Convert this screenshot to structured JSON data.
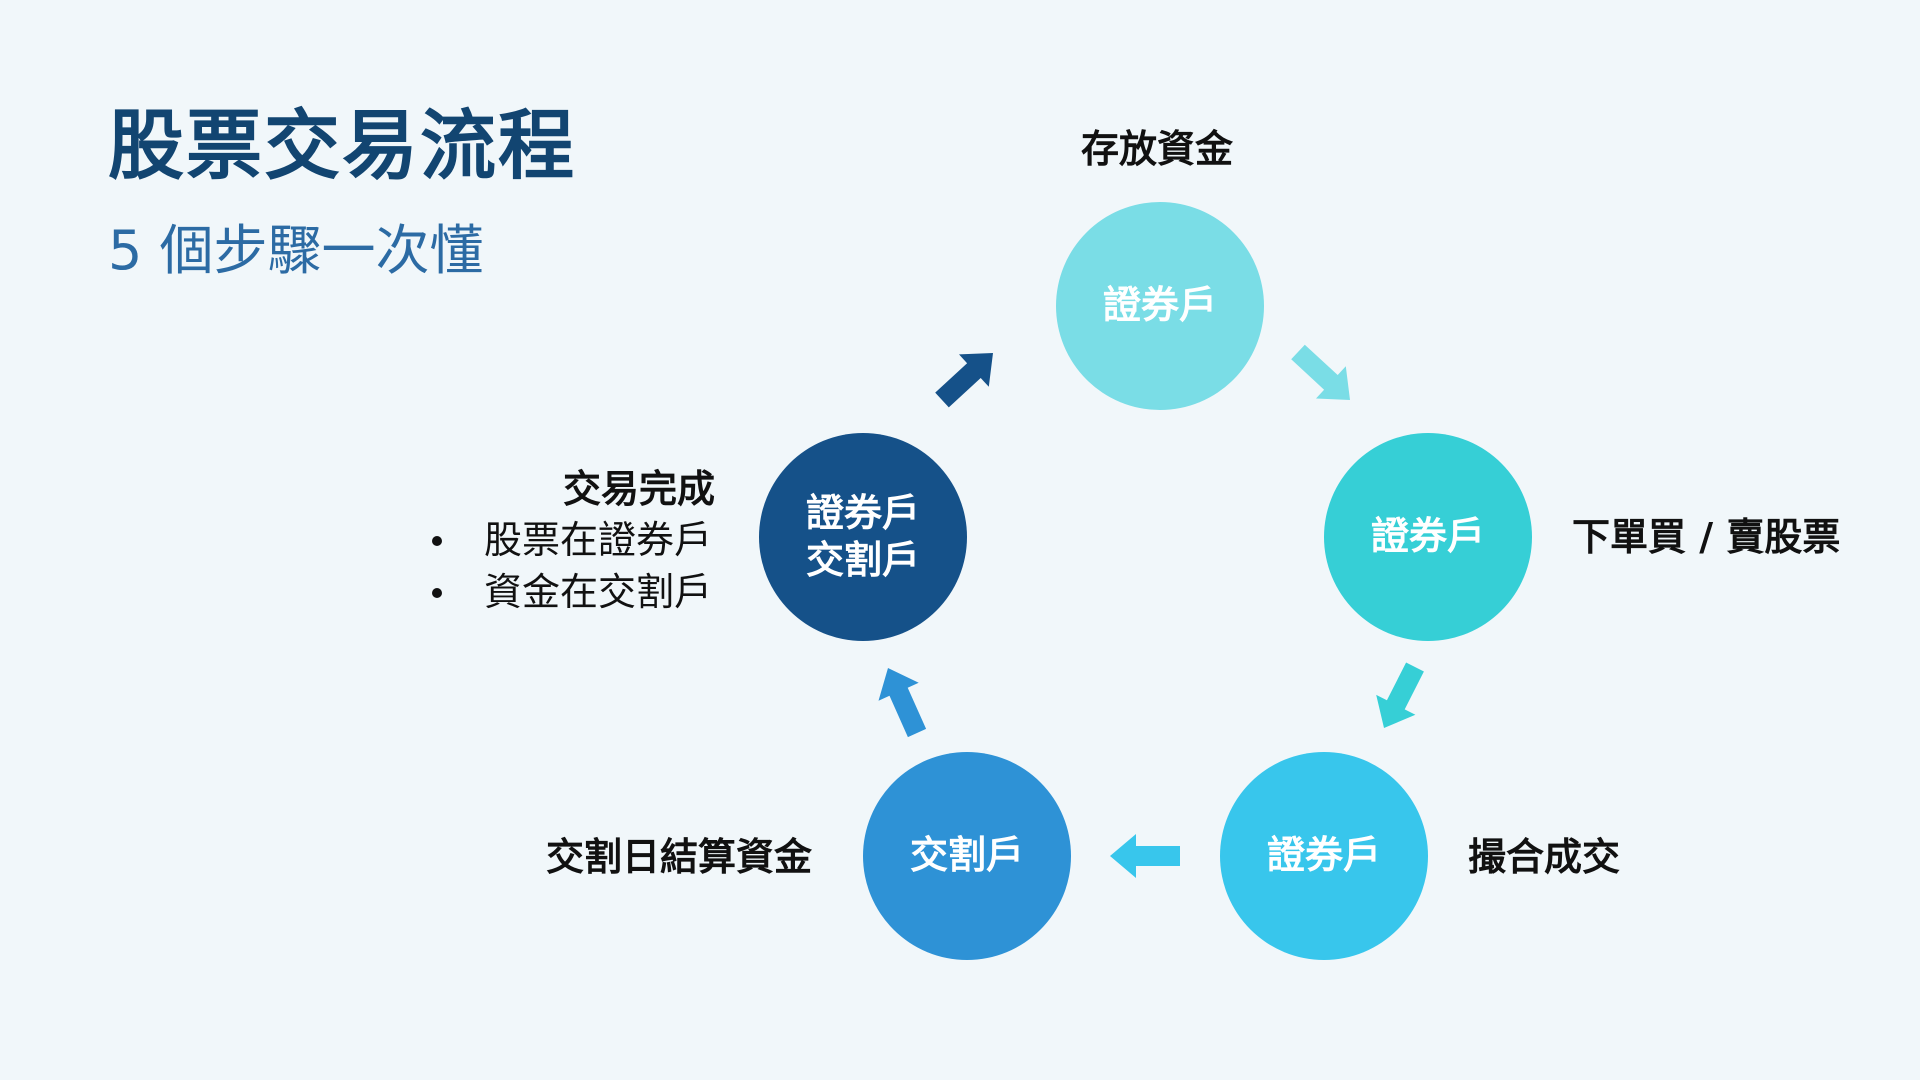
{
  "header": {
    "title": "股票交易流程",
    "subtitle": "5 個步驟一次懂"
  },
  "nodes": [
    {
      "id": "top",
      "lines": [
        "證券戶"
      ],
      "color": "#7adde6"
    },
    {
      "id": "right",
      "lines": [
        "證券戶"
      ],
      "color": "#36cfd6"
    },
    {
      "id": "bottom-right",
      "lines": [
        "證券戶"
      ],
      "color": "#38c6ec"
    },
    {
      "id": "bottom-left",
      "lines": [
        "交割戶"
      ],
      "color": "#2e92d6"
    },
    {
      "id": "left",
      "lines": [
        "證券戶",
        "交割戶"
      ],
      "color": "#155189"
    }
  ],
  "steps": {
    "deposit": "存放資金",
    "order": "下單買 / 賣股票",
    "match": "撮合成交",
    "settle": "交割日結算資金",
    "done": "交易完成",
    "done_bullets": [
      "股票在證券戶",
      "資金在交割戶"
    ]
  },
  "arrow_colors": {
    "top_to_right": "#7adde6",
    "right_to_bottom_right": "#36cfd6",
    "bottom_right_to_bottom_left": "#38c6ec",
    "bottom_left_to_left": "#2e92d6",
    "left_to_top": "#155189"
  }
}
